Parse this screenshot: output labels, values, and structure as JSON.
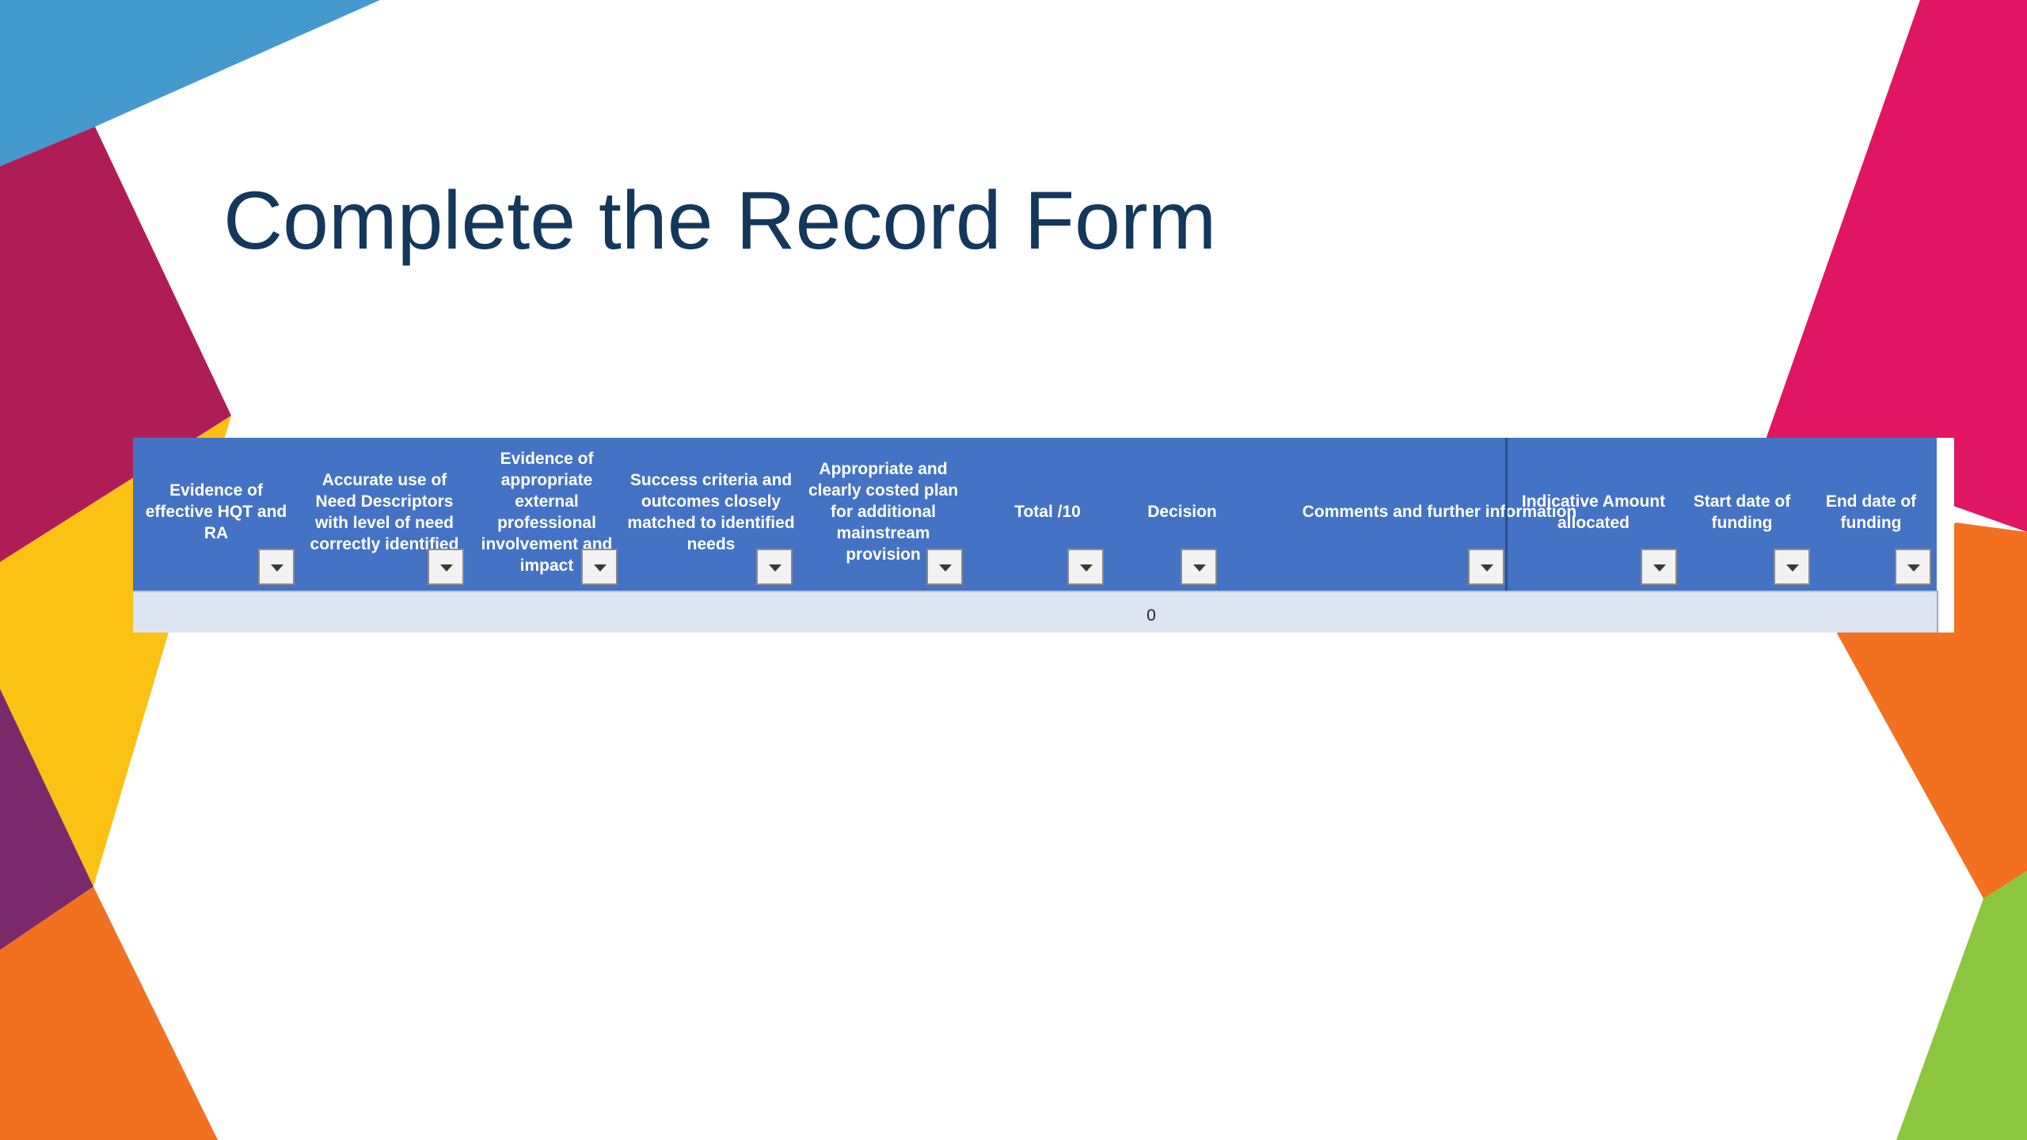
{
  "slide": {
    "title": "Complete the Record Form"
  },
  "colors": {
    "header_bg": "#4472c4",
    "row_bg": "#dce4f2",
    "title": "#14375c"
  },
  "table": {
    "columns": [
      {
        "label": "Evidence of effective HQT and RA"
      },
      {
        "label": "Accurate use of Need Descriptors with level of need correctly identified"
      },
      {
        "label": "Evidence of appropriate external professional involvement and impact"
      },
      {
        "label": "Success criteria and outcomes closely matched to identified needs"
      },
      {
        "label": "Appropriate and clearly costed plan for additional mainstream provision"
      },
      {
        "label": "Total /10"
      },
      {
        "label": "Decision"
      },
      {
        "label": "Comments and further information"
      },
      {
        "label": "Indicative Amount allocated"
      },
      {
        "label": "Start date of funding"
      },
      {
        "label": "End date of funding"
      }
    ],
    "rows": [
      {
        "total": "0"
      }
    ]
  }
}
